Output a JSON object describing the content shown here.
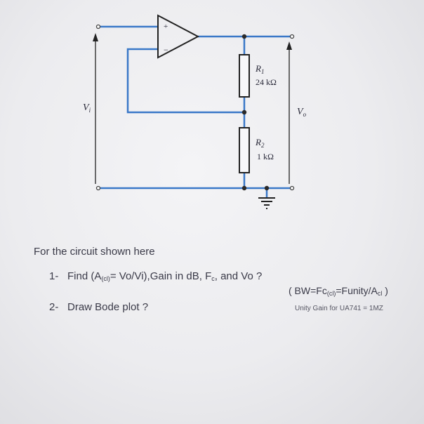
{
  "circuit": {
    "r1_name": "R",
    "r1_sub": "1",
    "r1_value": "24 kΩ",
    "r2_name": "R",
    "r2_sub": "2",
    "r2_value": "1 kΩ",
    "vi_name": "V",
    "vi_sub": "i",
    "vo_name": "V",
    "vo_sub": "o",
    "plus": "+",
    "minus": "−"
  },
  "text": {
    "intro": "For the circuit shown here",
    "q1_number": "1-",
    "q1_text_a": "Find (A",
    "q1_sub_a": "(cl)",
    "q1_text_b": "= Vo/Vi),Gain in dB, F",
    "q1_sub_b": "c",
    "q1_text_c": ", and  Vo ?",
    "q2_number": "2-",
    "q2_text": "Draw Bode plot ?",
    "bw_a": "( BW=Fc",
    "bw_sub_a": "(cl)",
    "bw_b": "=Funity/A",
    "bw_sub_b": "cl",
    "bw_c": " )",
    "unity_note": "Unity Gain for UA741 = 1MZ"
  },
  "colors": {
    "wire": "#3a78c8",
    "component": "#222222",
    "text": "#3a3a48"
  }
}
